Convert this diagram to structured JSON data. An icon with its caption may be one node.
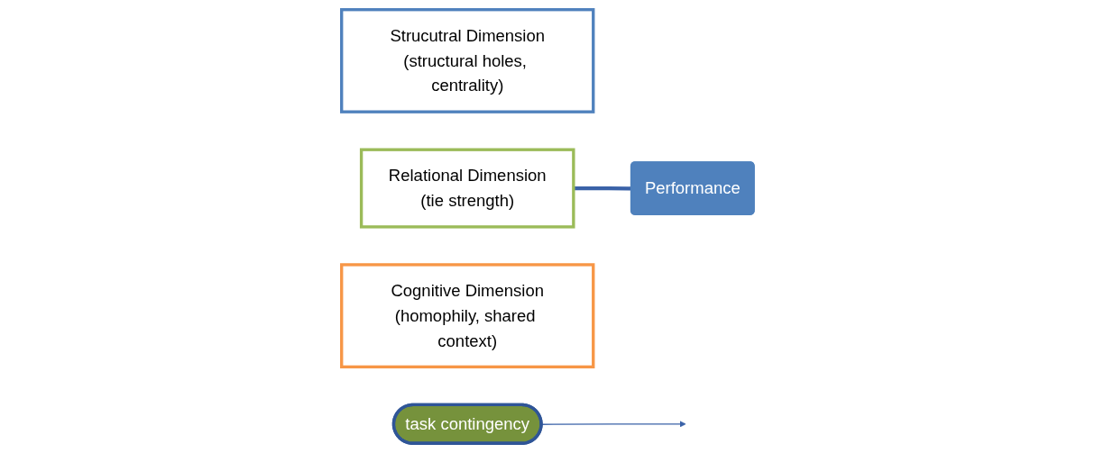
{
  "diagram": {
    "nodes": [
      {
        "text": [
          "Strucutral Dimension",
          "(structural holes, centrality)"
        ]
      },
      {
        "text": [
          "Relational Dimension",
          "(tie strength)"
        ]
      },
      {
        "text": [
          "Cognitive Dimension",
          "(homophily, shared context)"
        ]
      },
      {
        "text": [
          "task contingency"
        ]
      },
      {
        "text": [
          "Performance"
        ]
      }
    ],
    "edges": [
      {
        "from": 1,
        "to": 4,
        "arrow": "none",
        "style": "thick"
      },
      {
        "from": 3,
        "to": null,
        "arrow": "to"
      }
    ]
  }
}
